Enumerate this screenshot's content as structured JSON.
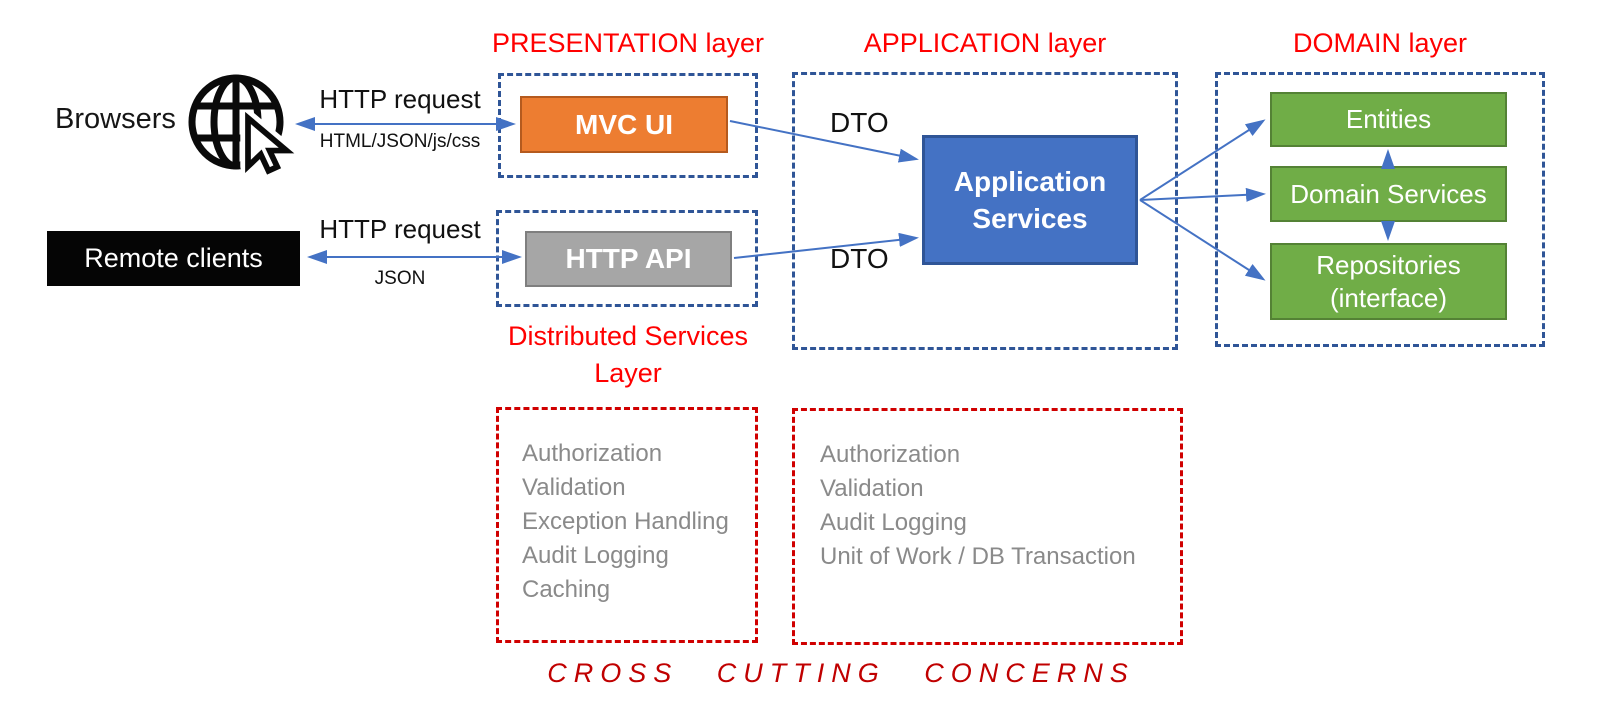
{
  "clients": {
    "browsers_label": "Browsers",
    "remote_clients_label": "Remote clients",
    "browser_arrow": {
      "top_label": "HTTP request",
      "bottom_label": "HTML/JSON/js/css"
    },
    "remote_arrow": {
      "top_label": "HTTP request",
      "bottom_label": "JSON"
    }
  },
  "presentation": {
    "title": "PRESENTATION layer",
    "mvc_ui_label": "MVC UI",
    "http_api_label": "HTTP API",
    "distributed_title_line1": "Distributed Services",
    "distributed_title_line2": "Layer"
  },
  "application": {
    "title": "APPLICATION layer",
    "dto_top_label": "DTO",
    "dto_bottom_label": "DTO",
    "service_line1": "Application",
    "service_line2": "Services"
  },
  "domain": {
    "title": "DOMAIN layer",
    "boxes": [
      "Entities",
      "Domain Services",
      "Repositories (interface)"
    ]
  },
  "cross_cutting": {
    "title": "CROSS CUTTING CONCERNS",
    "distributed_concerns": [
      "Authorization",
      "Validation",
      "Exception Handling",
      "Audit Logging",
      "Caching"
    ],
    "application_concerns": [
      "Authorization",
      "Validation",
      "Audit Logging",
      "Unit of Work / DB Transaction"
    ]
  },
  "colors": {
    "layer_title_red": "#FF0000",
    "cross_cutting_red": "#C00000",
    "dashed_red": "#D00000",
    "dashed_blue": "#2F5597",
    "arrow_blue": "#4472C4",
    "mvc_orange": "#ED7D31",
    "http_api_gray": "#A6A6A6",
    "app_services_blue": "#4472C4",
    "domain_green": "#70AD47",
    "concern_text_gray": "#8A8A8A",
    "remote_clients_black": "#000000"
  }
}
